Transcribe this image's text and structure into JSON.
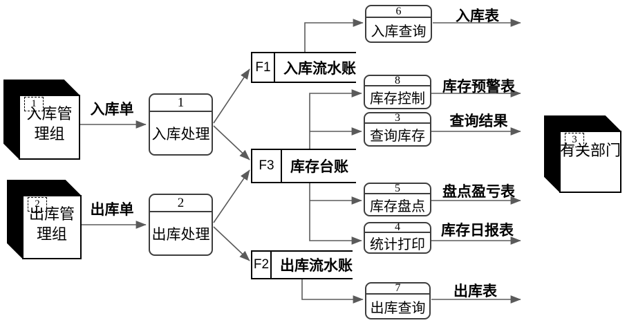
{
  "diagram": {
    "entities": [
      {
        "num": "1",
        "name": "入库管理组"
      },
      {
        "num": "2",
        "name": "出库管理组"
      },
      {
        "num": "3",
        "name": "有关部门"
      }
    ],
    "processes": [
      {
        "num": "1",
        "name": "入库处理"
      },
      {
        "num": "2",
        "name": "出库处理"
      },
      {
        "num": "6",
        "name": "入库查询"
      },
      {
        "num": "8",
        "name": "库存控制"
      },
      {
        "num": "3",
        "name": "查询库存"
      },
      {
        "num": "5",
        "name": "库存盘点"
      },
      {
        "num": "4",
        "name": "统计打印"
      },
      {
        "num": "7",
        "name": "出库查询"
      }
    ],
    "stores": [
      {
        "id": "F1",
        "name": "入库流水账"
      },
      {
        "id": "F3",
        "name": "库存台账"
      },
      {
        "id": "F2",
        "name": "出库流水账"
      }
    ],
    "flows": [
      {
        "label": "入库单"
      },
      {
        "label": "出库单"
      },
      {
        "label": "入库表"
      },
      {
        "label": "库存预警表"
      },
      {
        "label": "查询结果"
      },
      {
        "label": "盘点盈亏表"
      },
      {
        "label": "库存日报表"
      },
      {
        "label": "出库表"
      }
    ],
    "colors": {
      "connector": "#5a5a5a",
      "border": "#000000",
      "process_border": "#3d3d3d",
      "entity_fill": "#000000",
      "background": "#ffffff"
    }
  }
}
